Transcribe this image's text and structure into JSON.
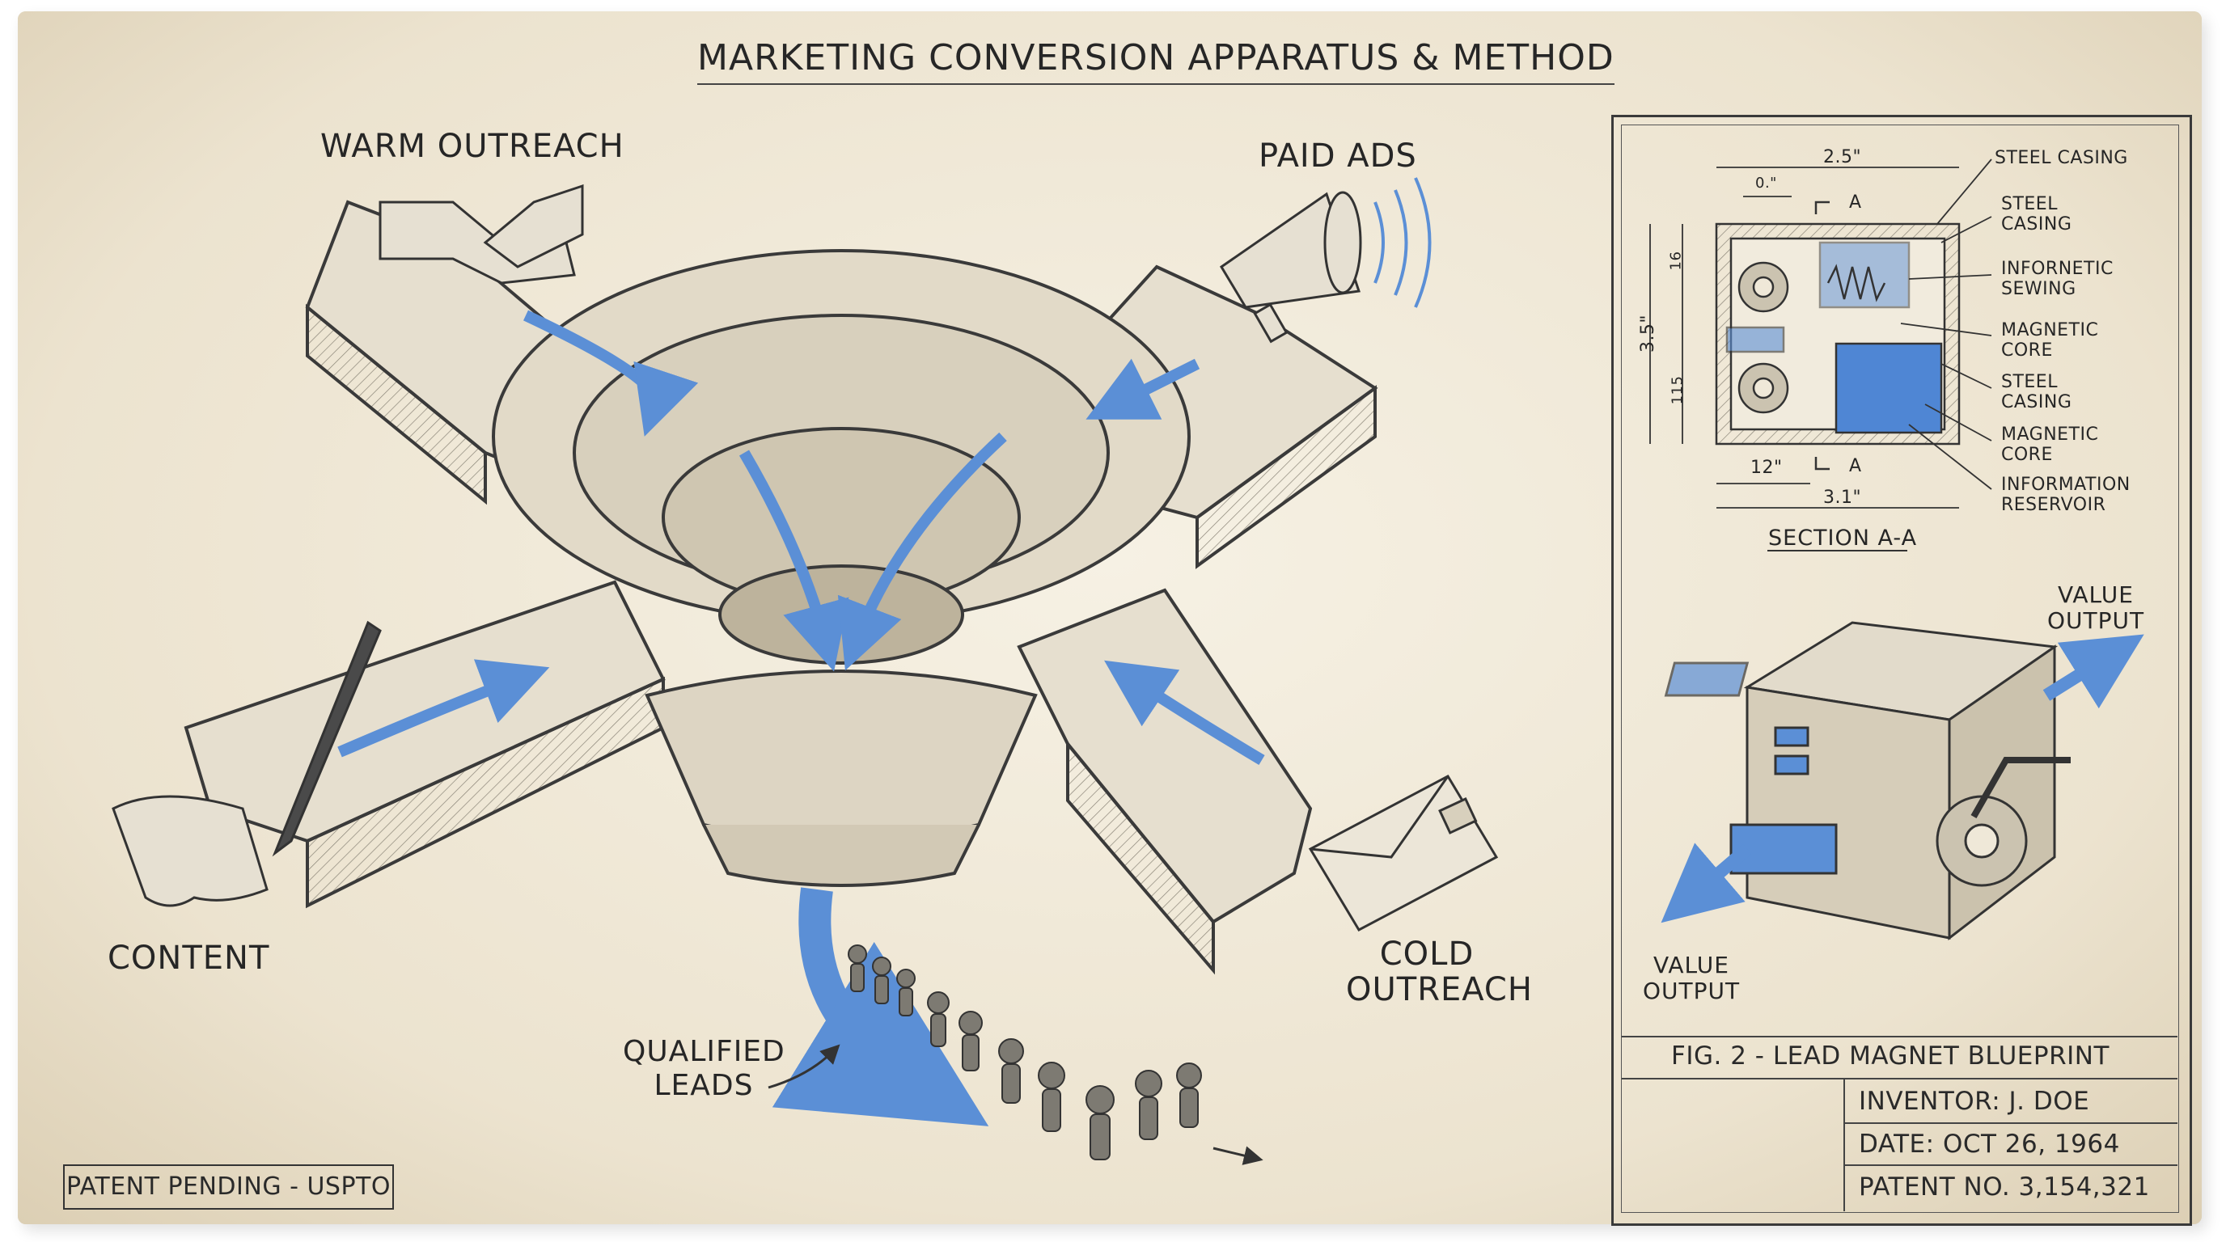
{
  "title": "MARKETING CONVERSION APPARATUS & METHOD",
  "inputs": {
    "warm_outreach": "WARM OUTREACH",
    "paid_ads": "PAID ADS",
    "content": "CONTENT",
    "cold_outreach_line1": "COLD",
    "cold_outreach_line2": "OUTREACH"
  },
  "output": {
    "qualified_line1": "QUALIFIED",
    "qualified_line2": "LEADS"
  },
  "stamp": "PATENT PENDING - USPTO",
  "section": {
    "dim_top": "2.5\"",
    "dim_small": "0.\"",
    "dim_left_total": "3.5\"",
    "dim_left_upper": "16",
    "dim_left_lower": "115",
    "dim_bottom_inner": "12\"",
    "dim_bottom_total": "3.1\"",
    "cut_label_top": "A",
    "cut_label_bottom": "A",
    "callouts": [
      "STEEL CASING",
      "STEEL\nCASING",
      "INFORNETIC\nSEWING",
      "MAGNETIC\nCORE",
      "STEEL\nCASING",
      "MAGNETIC\nCORE",
      "INFORMATION\nRESERVOIR"
    ],
    "caption": "SECTION A-A"
  },
  "device": {
    "value_output_right_line1": "VALUE",
    "value_output_right_line2": "OUTPUT",
    "value_output_left_line1": "VALUE",
    "value_output_left_line2": "OUTPUT"
  },
  "title_block": {
    "figure": "FIG. 2 - LEAD MAGNET BLUEPRINT",
    "inventor": "INVENTOR:  J. DOE",
    "date": "DATE:  OCT 26, 1964",
    "patent": "PATENT NO. 3,154,321"
  },
  "colors": {
    "paper": "#efe8d8",
    "ink": "#2a2a2a",
    "flow_blue": "#5b8fd6",
    "fill_blue": "#4f86d4"
  }
}
